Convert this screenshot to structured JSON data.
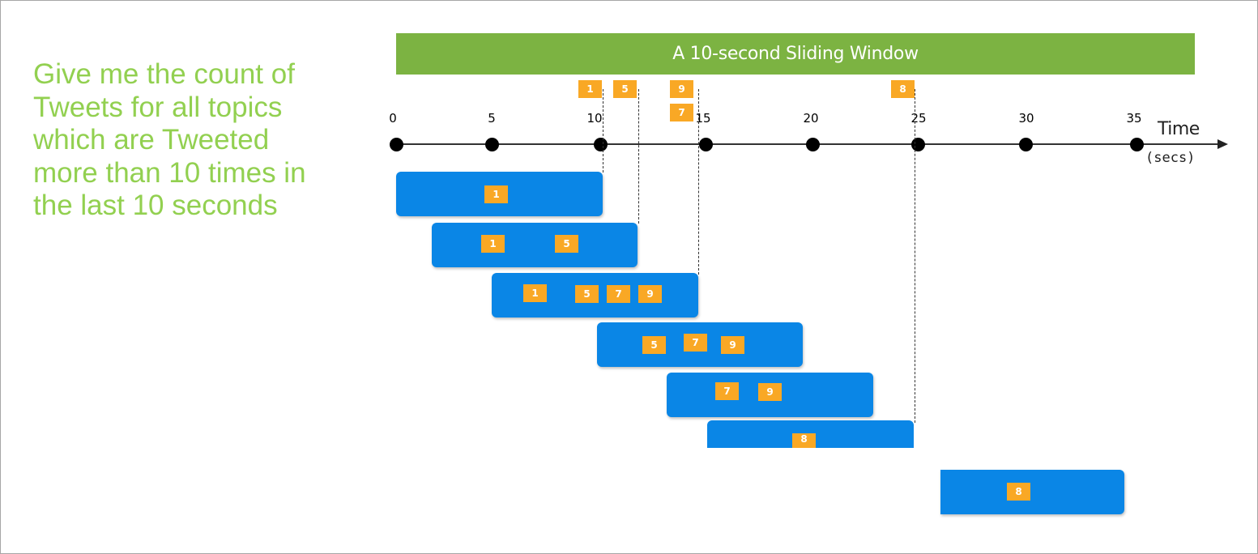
{
  "question_text": "Give me the count of\nTweets for all topics\nwhich are Tweeted\nmore than 10 times in\nthe last 10 seconds",
  "banner_label": "A 10-second Sliding Window",
  "axis": {
    "title": "Time",
    "unit": "(secs)",
    "ticks": [
      "0",
      "5",
      "10",
      "15",
      "20",
      "25",
      "30",
      "35"
    ]
  },
  "events": {
    "e1": "1",
    "e5": "5",
    "e9": "9",
    "e7": "7",
    "e8": "8"
  },
  "windows": [
    {
      "chips": [
        "1"
      ]
    },
    {
      "chips": [
        "1",
        "5"
      ]
    },
    {
      "chips": [
        "1",
        "5",
        "7",
        "9"
      ]
    },
    {
      "chips": [
        "5",
        "7",
        "9"
      ]
    },
    {
      "chips": [
        "7",
        "9"
      ]
    },
    {
      "chips": [
        "8"
      ]
    },
    {
      "chips": [
        "8"
      ]
    }
  ],
  "colors": {
    "question": "#92d050",
    "banner": "#7cb342",
    "window": "#0a86e6",
    "chip": "#f9a825"
  }
}
